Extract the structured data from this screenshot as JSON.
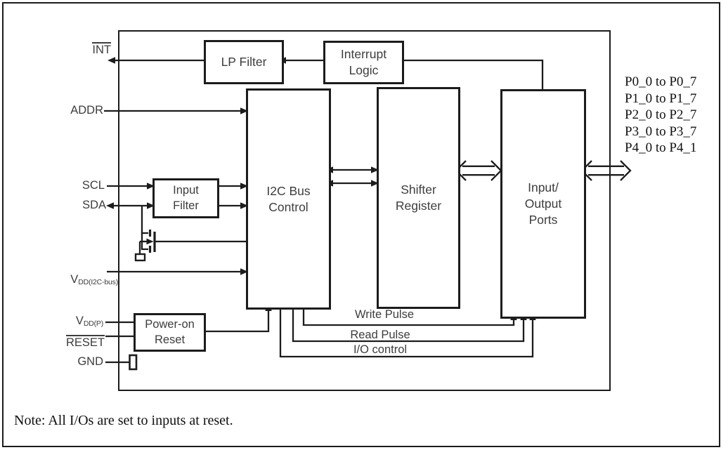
{
  "colors": {
    "line": "#1c1c1c",
    "block_text": "#3d3d3d",
    "serif_text": "#101010",
    "background": "#ffffff"
  },
  "blocks": {
    "lp_filter": {
      "label": "LP Filter"
    },
    "interrupt_logic": {
      "line1": "Interrupt",
      "line2": "Logic"
    },
    "i2c_bus_control": {
      "line1": "I2C Bus",
      "line2": "Control"
    },
    "shifter_register": {
      "line1": "Shifter",
      "line2": "Register"
    },
    "io_ports": {
      "line1": "Input/",
      "line2": "Output",
      "line3": "Ports"
    },
    "input_filter": {
      "line1": "Input",
      "line2": "Filter"
    },
    "power_on_reset": {
      "line1": "Power-on",
      "line2": "Reset"
    }
  },
  "pins_left": {
    "int": "INT",
    "addr": "ADDR",
    "scl": "SCL",
    "sda": "SDA",
    "vdd_i2c_base": "V",
    "vdd_i2c_sub": "DD(I2C-bus)",
    "vdd_p_base": "V",
    "vdd_p_sub": "DD(P)",
    "reset": "RESET",
    "gnd": "GND"
  },
  "pins_right": [
    "P0_0 to P0_7",
    "P1_0 to P1_7",
    "P2_0 to P2_7",
    "P3_0 to P3_7",
    "P4_0 to P4_1"
  ],
  "signal_labels": {
    "write_pulse": "Write Pulse",
    "read_pulse": "Read Pulse",
    "io_control": "I/O control"
  },
  "note": "Note: All I/Os are set to inputs at reset."
}
